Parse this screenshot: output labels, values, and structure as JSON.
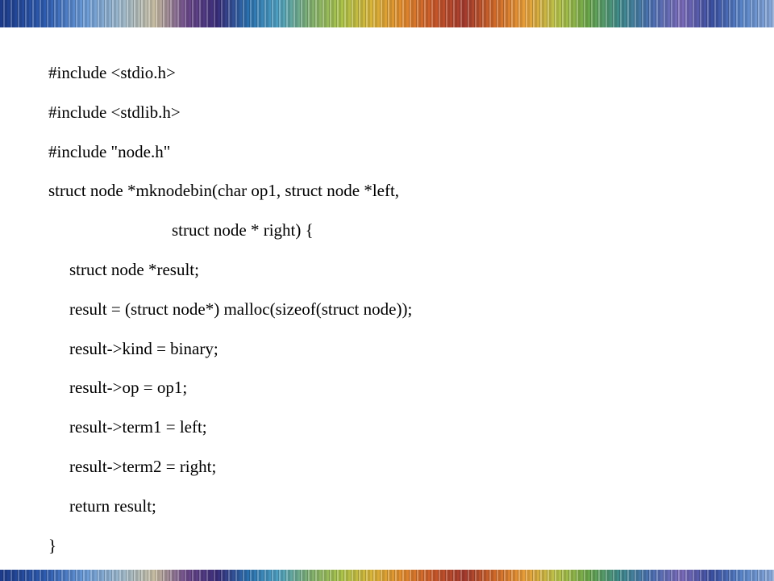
{
  "slide": {
    "code_lines": [
      "#include <stdio.h>",
      "#include <stdlib.h>",
      "#include \"node.h\"",
      "struct node *mknodebin(char op1, struct node *left,",
      "struct node * right) {",
      "struct node *result;",
      "result = (struct node*) malloc(sizeof(struct node));",
      "result->kind = binary;",
      "result->op = op1;",
      "result->term1 = left;",
      "result->term2 = right;",
      "return result;",
      "}"
    ]
  }
}
